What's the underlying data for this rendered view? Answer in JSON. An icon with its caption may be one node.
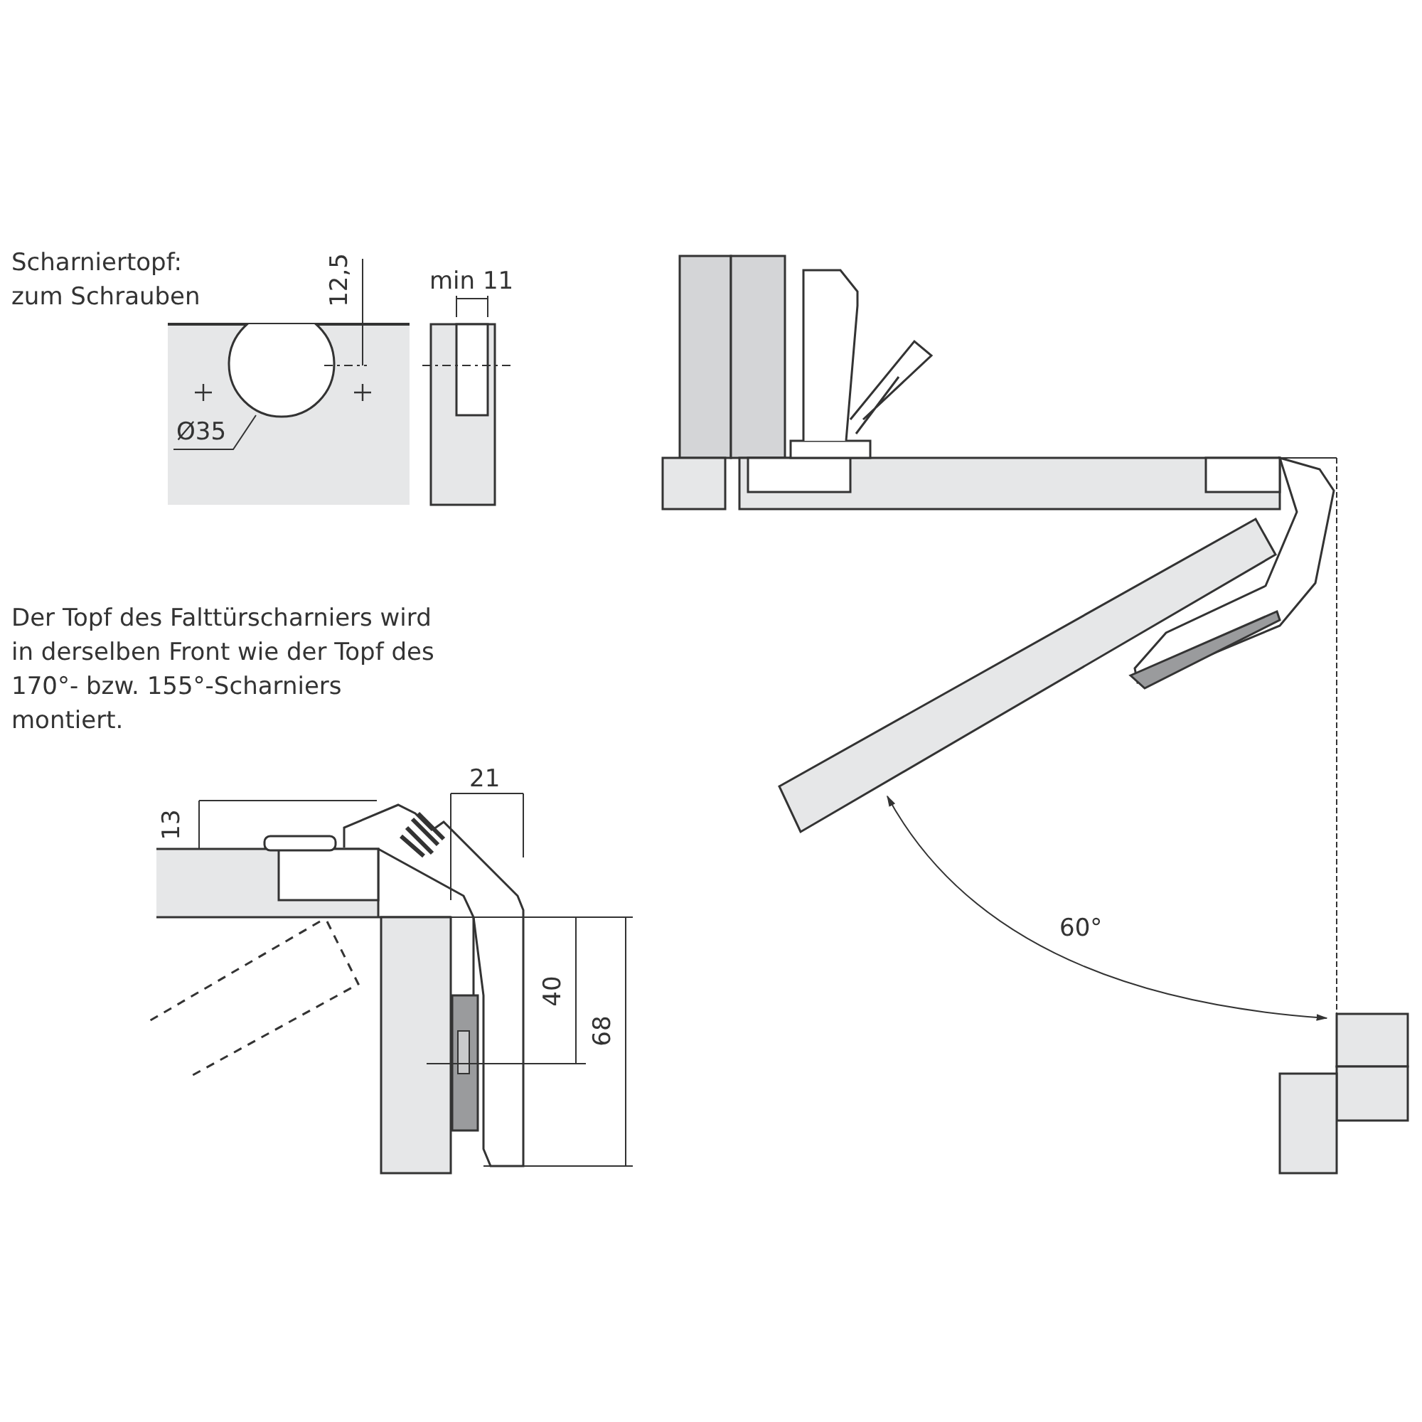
{
  "diagram": {
    "labels": [
      "Scharniertopf: zum Schrauben",
      "12,5",
      "min 11",
      "Ø35",
      "Der Topf des Falttürscharniers wird in derselben Front wie der Topf des 170°- bzw. 155°-Scharniers montiert.",
      "13",
      "21",
      "40",
      "68",
      "60°"
    ]
  }
}
